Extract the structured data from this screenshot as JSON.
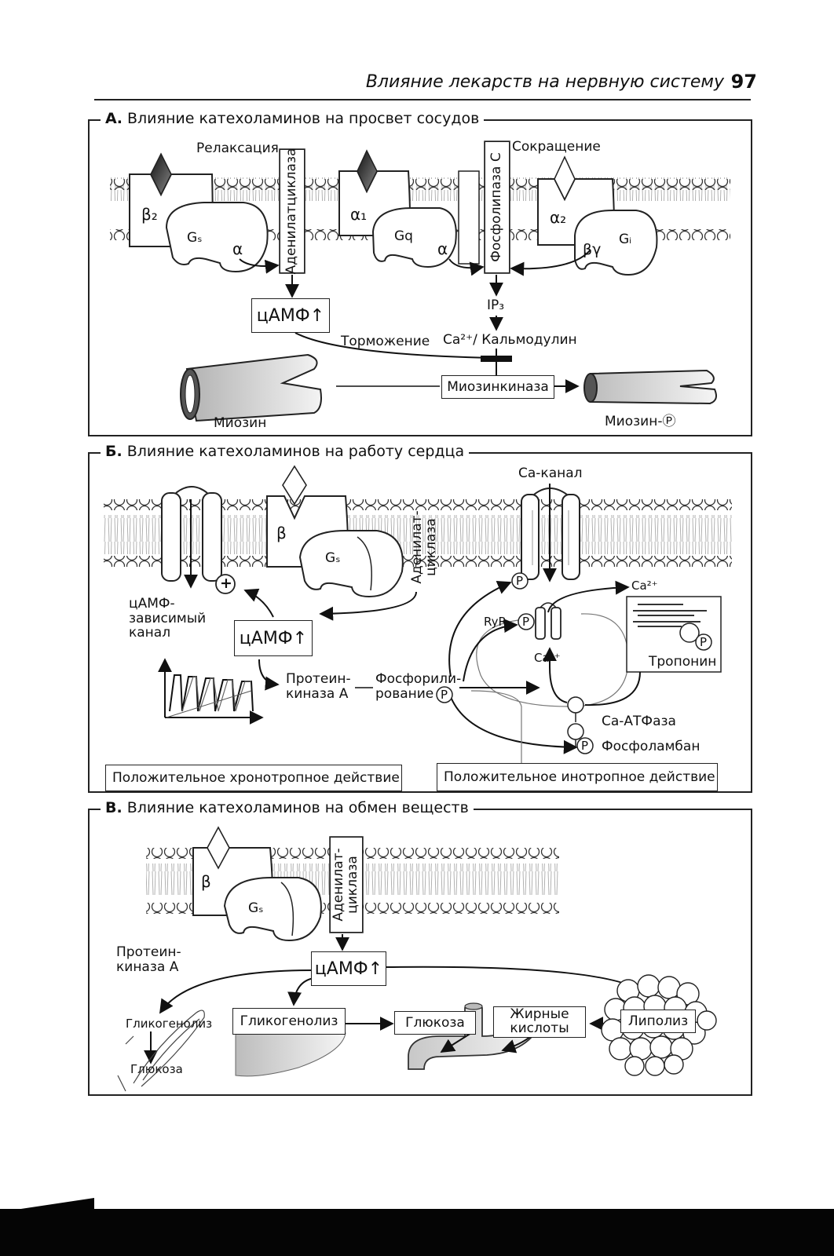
{
  "header": {
    "title": "Влияние лекарств на нервную систему",
    "page_number": "97"
  },
  "panel_a": {
    "letter": "А.",
    "title": "Влияние катехоламинов на просвет сосудов",
    "relaxation": "Релаксация",
    "contraction": "Сокращение",
    "beta2": "β₂",
    "alpha1": "α₁",
    "alpha2": "α₂",
    "gs": "Gₛ",
    "gq": "Gq",
    "gi": "Gᵢ",
    "alpha_sub": "α",
    "alpha_sub_q": "α",
    "beta_gamma": "βγ",
    "adenylate_cyclase": "Аденилатциклаза",
    "phospholipase_c": "Фосфолипаза С",
    "camp": "цАМФ↑",
    "ip3": "IP₃",
    "inhibition": "Торможение",
    "ca_calmodulin": "Ca²⁺/ Кальмодулин",
    "myosin_kinase": "Миозинкиназа",
    "myosin": "Миозин",
    "myosin_p": "Миозин-Ⓟ"
  },
  "panel_b": {
    "letter": "Б.",
    "title": "Влияние катехоламинов на работу сердца",
    "beta": "β",
    "gs": "Gₛ",
    "adenylate_cyclase": "Аденилат-\nциклаза",
    "ca_channel": "Ca-канал",
    "camp_channel": "цАМФ-\nзависимый\nканал",
    "camp": "цАМФ↑",
    "protein_kinase": "Протеин-\nкиназа А",
    "phosphorylation": "Фосфорили-\nрование",
    "p_symbol": "P",
    "plus": "+",
    "ryr": "RyR",
    "ca_top": "Ca²⁺",
    "ca_store": "Ca²⁺",
    "ca_atpase": "Ca-АТФаза",
    "phospholamban": "Фосфоламбан",
    "troponin": "Тропонин",
    "chronotropic": "Положительное хронотропное действие",
    "inotropic": "Положительное инотропное действие"
  },
  "panel_c": {
    "letter": "В.",
    "title": "Влияние катехоламинов на обмен веществ",
    "beta": "β",
    "gs": "Gₛ",
    "adenylate_cyclase": "Аденилат-\nциклаза",
    "protein_kinase": "Протеин-\nкиназа А",
    "camp": "цАМФ↑",
    "glycogenolysis_muscle": "Гликогенолиз",
    "glucose_muscle": "Глюкоза",
    "glycogenolysis_liver": "Гликогенолиз",
    "glucose": "Глюкоза",
    "fatty_acids": "Жирные\nкислоты",
    "lipolysis": "Липолиз"
  }
}
